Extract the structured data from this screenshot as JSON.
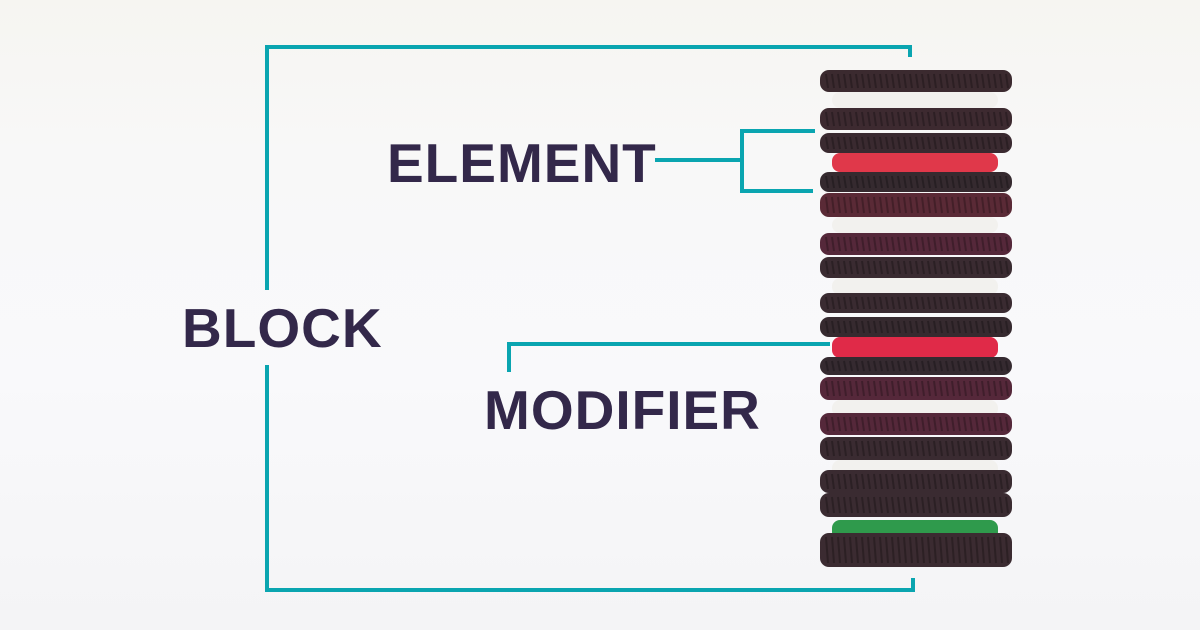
{
  "labels": {
    "block": "BLOCK",
    "element": "ELEMENT",
    "modifier": "MODIFIER"
  },
  "colors": {
    "line": "#0aa5b0",
    "text": "#33284a",
    "wafer": "#3a2a30",
    "cream_white": "#f2f1ee",
    "cream_red": "#e0384a",
    "cream_green": "#2f9a4c"
  }
}
